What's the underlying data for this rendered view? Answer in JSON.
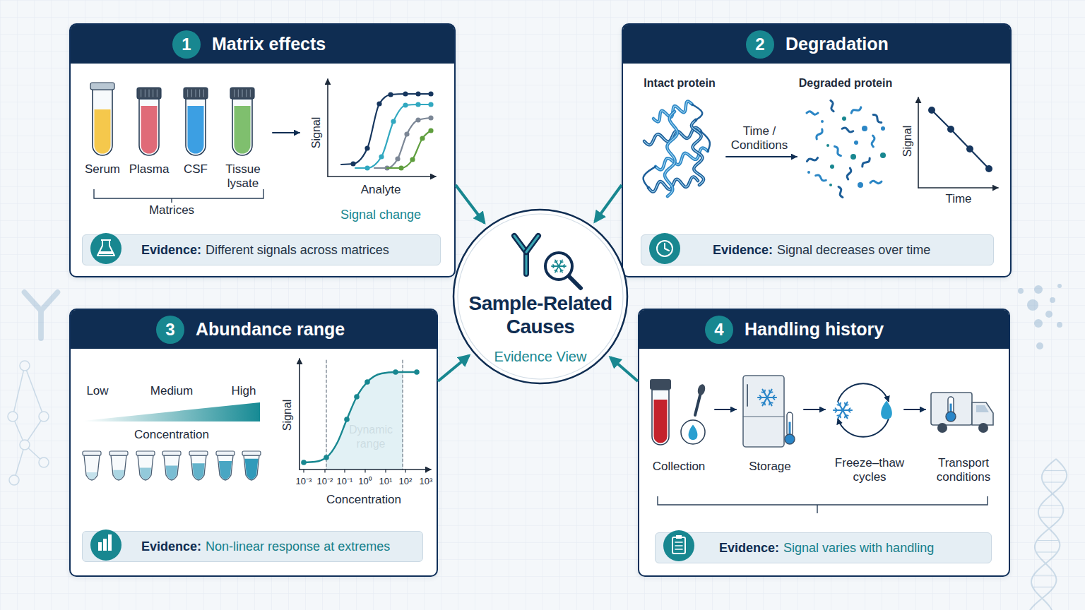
{
  "diagram": {
    "nodes": [
      {
        "text": [
          "Matrix effects"
        ]
      },
      {
        "text": [
          "1"
        ],
        "in": 0
      },
      {
        "text": [
          "Evidence:",
          "Different signals across matrices"
        ],
        "in": 0
      },
      {
        "text": [
          "Degradation"
        ]
      },
      {
        "text": [
          "2"
        ],
        "in": 3
      },
      {
        "text": [
          "Evidence:",
          "Signal decreases over time"
        ],
        "in": 3
      },
      {
        "text": [
          "Abundance range"
        ]
      },
      {
        "text": [
          "3"
        ],
        "in": 6
      },
      {
        "text": [
          "Evidence:",
          "Non-linear response at extremes"
        ],
        "in": 6
      },
      {
        "text": [
          "Handling history"
        ]
      },
      {
        "text": [
          "4"
        ],
        "in": 9
      },
      {
        "text": [
          "Evidence:",
          "Signal varies with handling"
        ],
        "in": 9
      },
      {
        "text": [
          "Sample-Related Causes",
          "Evidence View"
        ]
      }
    ],
    "edges": [
      {
        "from": 0,
        "to": 12,
        "arrow": "to"
      },
      {
        "from": 3,
        "to": 12,
        "arrow": "to"
      },
      {
        "from": 6,
        "to": 12,
        "arrow": "to"
      },
      {
        "from": 9,
        "to": 12,
        "arrow": "to"
      }
    ],
    "labels": [
      "Serum",
      "Plasma",
      "CSF",
      "Tissue lysate",
      "Matrices",
      "Signal",
      "Analyte",
      "Signal change",
      "Intact protein",
      "Degraded protein",
      "Time / Conditions",
      "Signal",
      "Time",
      "Low",
      "Medium",
      "High",
      "Concentration",
      "Signal",
      "Dynamic range",
      "10⁻³",
      "10⁻²",
      "10⁻¹",
      "10⁰",
      "10¹",
      "10²",
      "10³",
      "Concentration",
      "Collection",
      "Storage",
      "Freeze–thaw cycles",
      "Transport conditions"
    ]
  }
}
